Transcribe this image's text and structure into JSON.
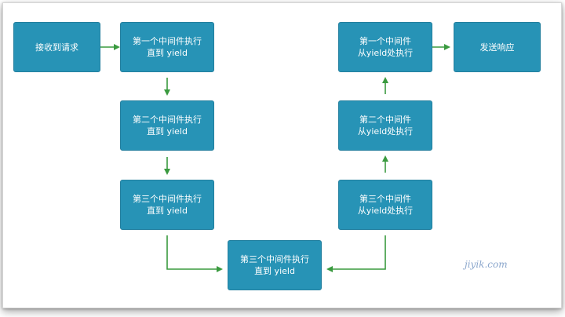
{
  "nodes": {
    "receive_request": "接收到请求",
    "mw1_until_yield": "第一个中间件执行\n直到 yield",
    "mw2_until_yield": "第二个中间件执行\n直到 yield",
    "mw3_until_yield_left": "第三个中间件执行\n直到 yield",
    "mw3_until_yield_bottom": "第三个中间件执行\n直到 yield",
    "mw3_from_yield": "第三个中间件\n从yield处执行",
    "mw2_from_yield": "第二个中间件\n从yield处执行",
    "mw1_from_yield": "第一个中间件\n从yield处执行",
    "send_response": "发送响应"
  },
  "watermark": "jiyik.com",
  "colors": {
    "node_fill": "#2793b6",
    "node_text": "#ffffff",
    "arrow": "#3a9a3f"
  }
}
